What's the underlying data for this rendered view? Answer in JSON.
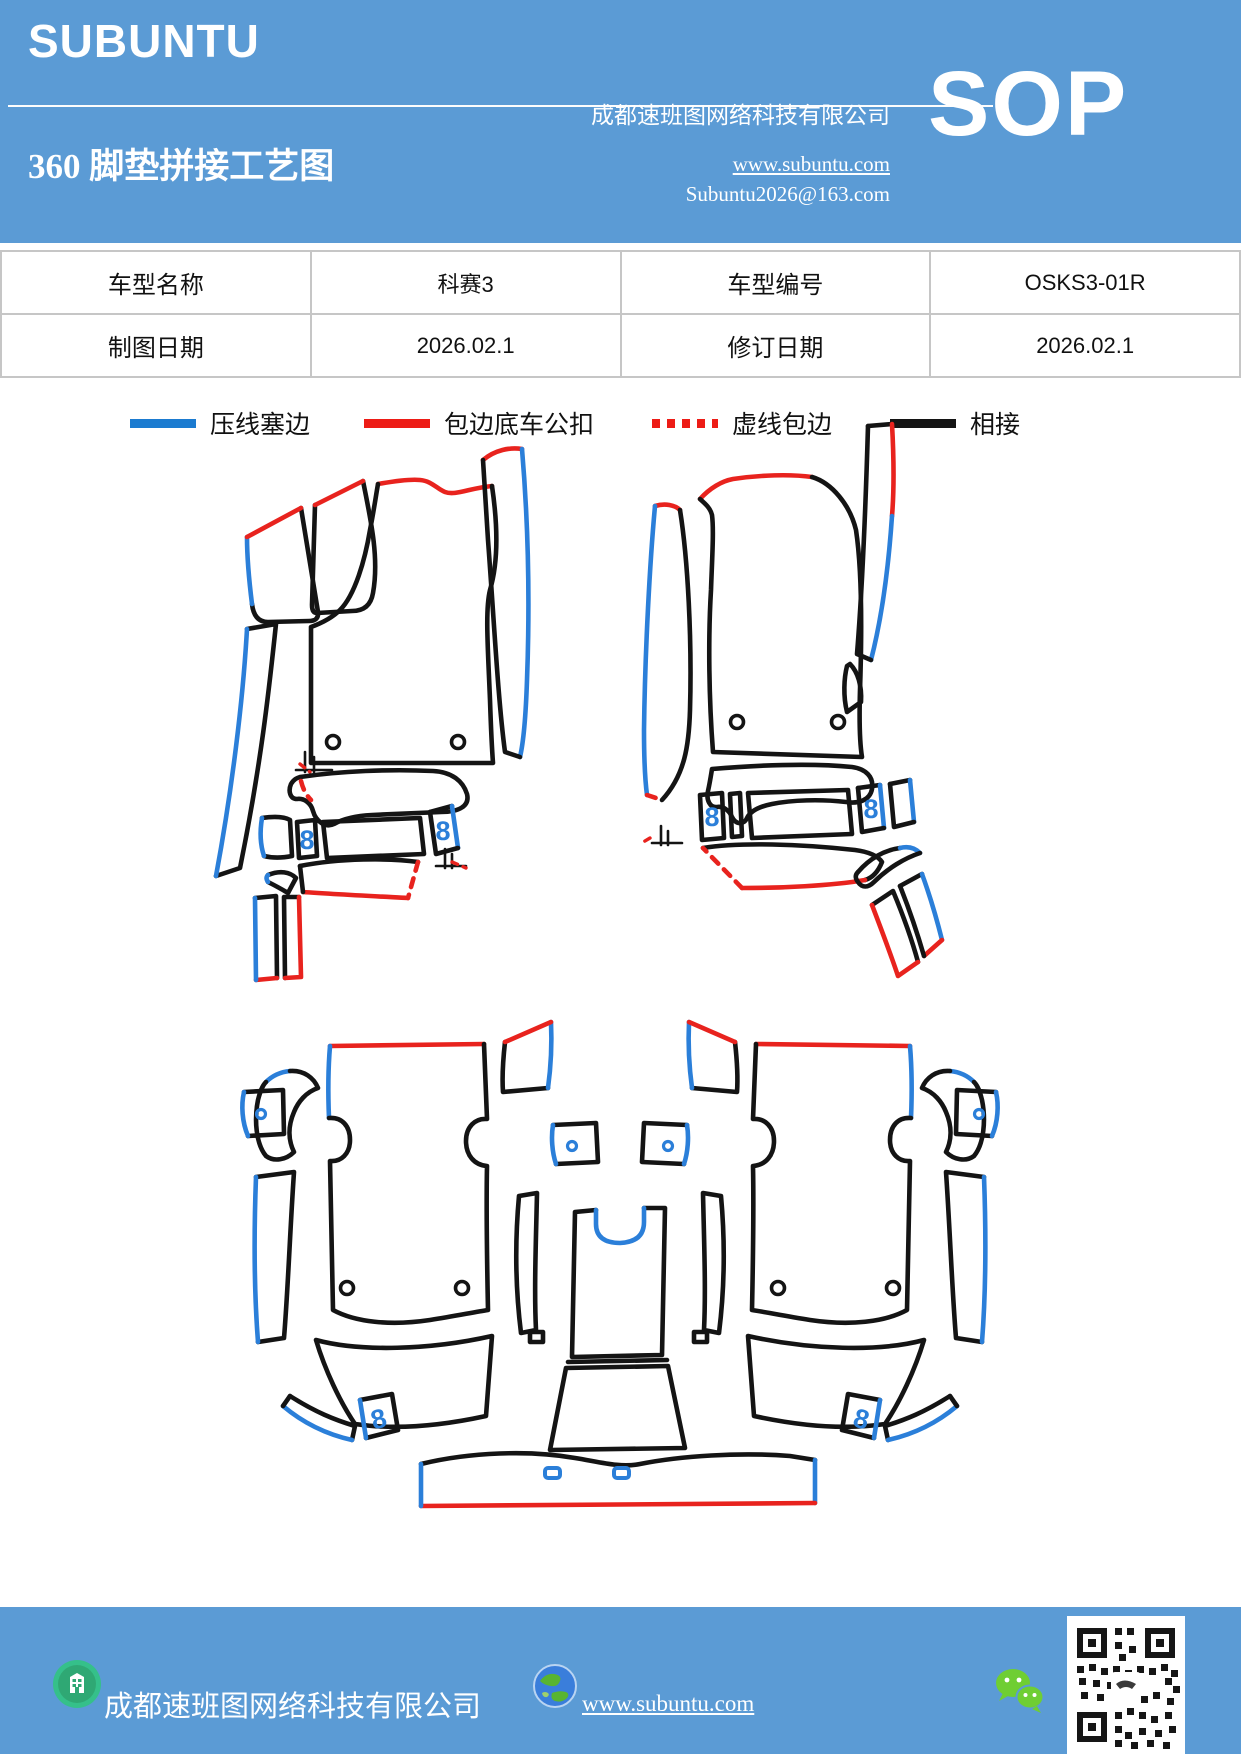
{
  "header": {
    "brand": "SUBUNTU",
    "title": "360 脚垫拼接工艺图",
    "company": "成都速班图网络科技有限公司",
    "website": "www.subuntu.com",
    "email": "Subuntu2026@163.com",
    "badge": "SOP"
  },
  "info_table": {
    "row1": {
      "label1": "车型名称",
      "value1": "科赛3",
      "label2": "车型编号",
      "value2": "OSKS3-01R"
    },
    "row2": {
      "label1": "制图日期",
      "value1": "2026.02.1",
      "label2": "修订日期",
      "value2": "2026.02.1"
    }
  },
  "legend": {
    "items": [
      {
        "label": "压线塞边",
        "style": "blue-solid",
        "color": "#1b7bd0"
      },
      {
        "label": "包边底车公扣",
        "style": "red-solid",
        "color": "#ed1c16"
      },
      {
        "label": "虚线包边",
        "style": "red-dotted",
        "color": "#ed1c16"
      },
      {
        "label": "相接",
        "style": "black-solid",
        "color": "#141414"
      }
    ]
  },
  "diagram": {
    "description": "360 度汽车脚垫裁片拼接工艺图（前排左右脚垫、中间通道、后排脚垫裁片轮廓）",
    "mark8": "8",
    "edge_colors": {
      "blue": "#2b7fd9",
      "red": "#e8231e",
      "black": "#141414"
    },
    "groups": [
      "front-left-mat-group",
      "front-right-mat-group",
      "rear-left-mat-group",
      "rear-right-mat-group",
      "center-tunnel-group",
      "rear-sill-bar"
    ]
  },
  "footer": {
    "company": "成都速班图网络科技有限公司",
    "website": "www.subuntu.com",
    "icons": [
      "building-icon",
      "globe-icon",
      "wechat-icon",
      "qr-code"
    ]
  },
  "colors": {
    "band_blue": "#5b9bd5",
    "table_border": "#c6c6c6",
    "wechat_green": "#6fce33",
    "footer_badge_green": "#2fb577"
  }
}
